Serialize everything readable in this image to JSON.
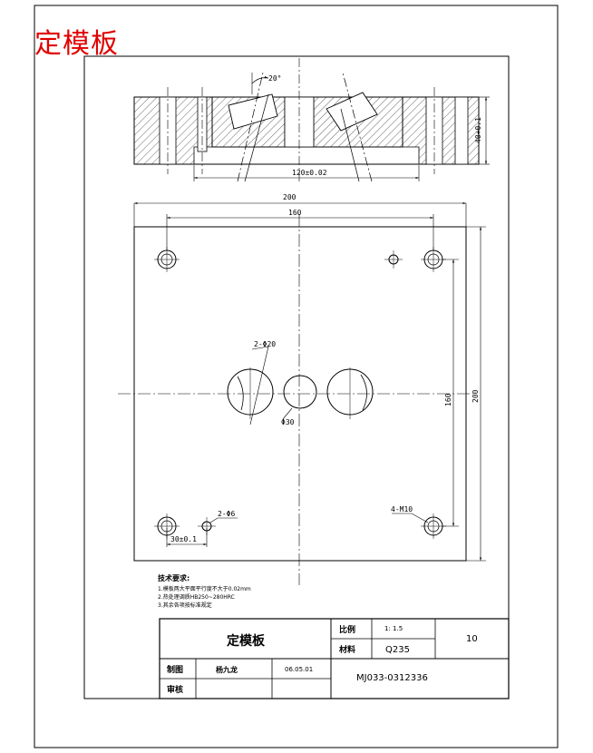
{
  "stamp_title": "定模板",
  "dims": {
    "angle": "20°",
    "section_width": "120±0.02",
    "thickness": "40+0.1",
    "width_200": "200",
    "pitch_160": "160",
    "hole_2phi20": "2-Φ20",
    "hole_phi30": "Φ30",
    "height_160": "160",
    "height_200": "200",
    "hole_2phi6": "2-Φ6",
    "offset_30": "30±0.1",
    "thread_4m10": "4-M10"
  },
  "notes": {
    "title": "技术要求:",
    "items": [
      "1.模板两大平面平行度不大于0.02mm",
      "2.热处理调质HB250~280HRC",
      "3.其余各项按标准规定"
    ]
  },
  "title_block": {
    "part_name": "定模板",
    "scale_label": "比例",
    "scale_value": "1: 1.5",
    "material_label": "材料",
    "material_value": "Q235",
    "sheet_no": "10",
    "drawn_label": "制图",
    "drawn_name": "杨九龙",
    "date": "06.05.01",
    "review_label": "审核",
    "drawing_no": "MJ033-0312336"
  },
  "colors": {
    "stamp": "#e00000",
    "line": "#000000"
  }
}
